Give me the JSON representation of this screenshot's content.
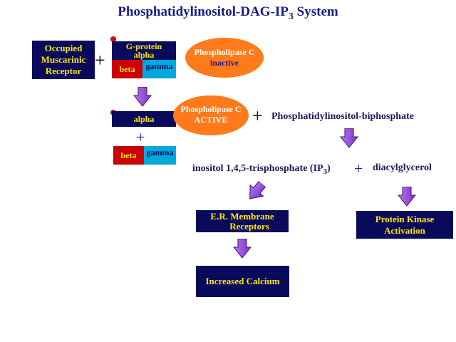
{
  "title": {
    "main": "Phosphatidylinositol-DAG-IP",
    "sub": "3",
    "tail": " System"
  },
  "receptor": {
    "line1": "Occupied",
    "line2": "Muscarinic",
    "line3": "Receptor"
  },
  "plus": "+",
  "gprotein": {
    "line1": "G-protein",
    "line2": "alpha",
    "beta": "beta",
    "gamma": "gamma"
  },
  "plc_inactive": {
    "line1": "Phospholipase C",
    "line2": "inactive"
  },
  "alpha": "alpha",
  "plc_active": {
    "line1": "Phospholipase C",
    "line2": "ACTIVE"
  },
  "pip2": "Phosphatidylinositol-biphosphate",
  "beta2": "beta",
  "gamma2": "gamma",
  "ip3": {
    "main": "inositol 1,4,5-trisphosphate (IP",
    "sub": "3",
    "tail": ")"
  },
  "dag": "diacylglycerol",
  "er": {
    "line1": "E.R. Membrane",
    "line2": "Receptors"
  },
  "pkc": {
    "line1": "Protein Kinase",
    "line2": "Activation"
  },
  "calcium": "Increased Calcium",
  "colors": {
    "navy": "#0a0a5c",
    "yellow": "#ffe600",
    "red": "#cc0000",
    "cyan": "#00a8e0",
    "orange": "#ff7a1a",
    "arrow": "#9b4fd6",
    "blue_text": "#1a1a8c"
  }
}
